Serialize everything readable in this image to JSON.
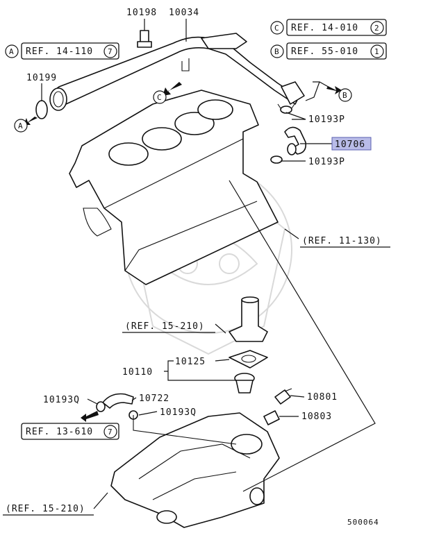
{
  "diagram": {
    "part_numbers": {
      "p10198": "10198",
      "p10034": "10034",
      "p10199": "10199",
      "p10193P_top": "10193P",
      "p10706": "10706",
      "p10193P_bot": "10193P",
      "p10125": "10125",
      "p10110": "10110",
      "p10193Q_left": "10193Q",
      "p10722": "10722",
      "p10193Q_right": "10193Q",
      "p10801": "10801",
      "p10803": "10803"
    },
    "references": {
      "ref_a_text": "REF. 14-110",
      "ref_a_num": "7",
      "ref_a_letter": "A",
      "ref_c_text": "REF. 14-010",
      "ref_c_num": "2",
      "ref_c_letter": "C",
      "ref_b_text": "REF. 55-010",
      "ref_b_num": "1",
      "ref_b_letter": "B",
      "ref_11": "(REF. 11-130)",
      "ref_15a": "(REF. 15-210)",
      "ref_15b": "(REF. 15-210)",
      "ref_13_text": "REF. 13-610",
      "ref_13_num": "7"
    },
    "flow_markers": {
      "marker_c": "C",
      "marker_b": "B",
      "marker_a": "A"
    },
    "highlight_part": "10706",
    "highlight_color": "#b9bce8",
    "diagram_id": "500064"
  }
}
